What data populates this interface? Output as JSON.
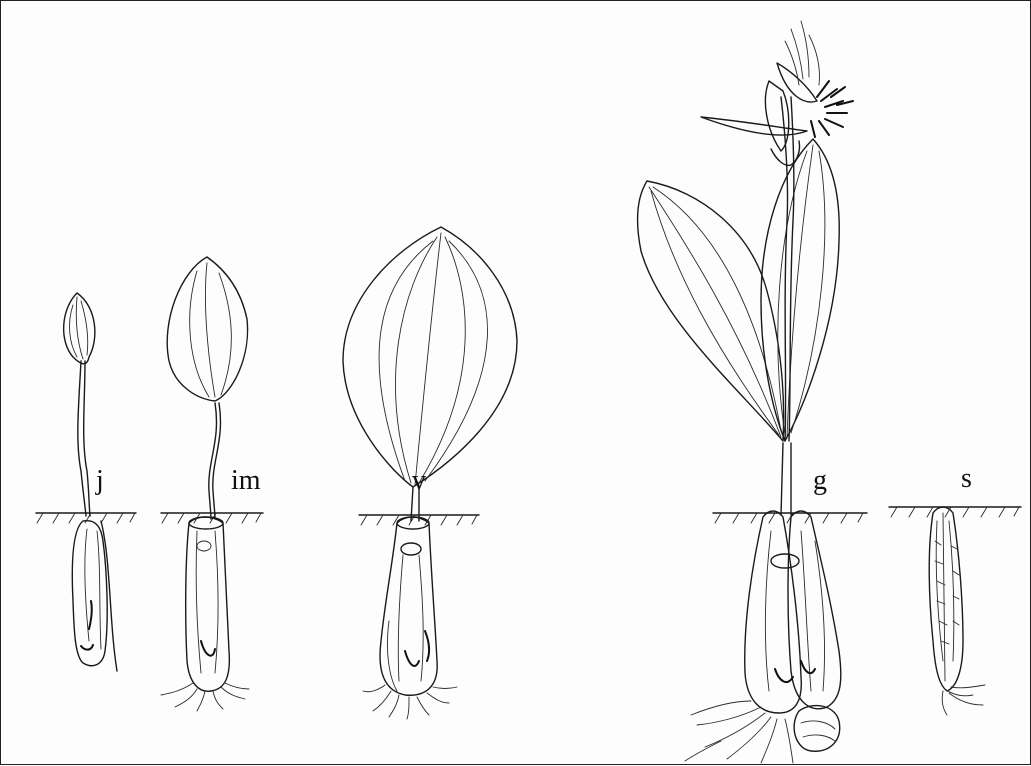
{
  "stages": [
    {
      "id": "j",
      "label": "j"
    },
    {
      "id": "im",
      "label": "im"
    },
    {
      "id": "v",
      "label": "v"
    },
    {
      "id": "g",
      "label": "g"
    },
    {
      "id": "s",
      "label": "s"
    }
  ]
}
